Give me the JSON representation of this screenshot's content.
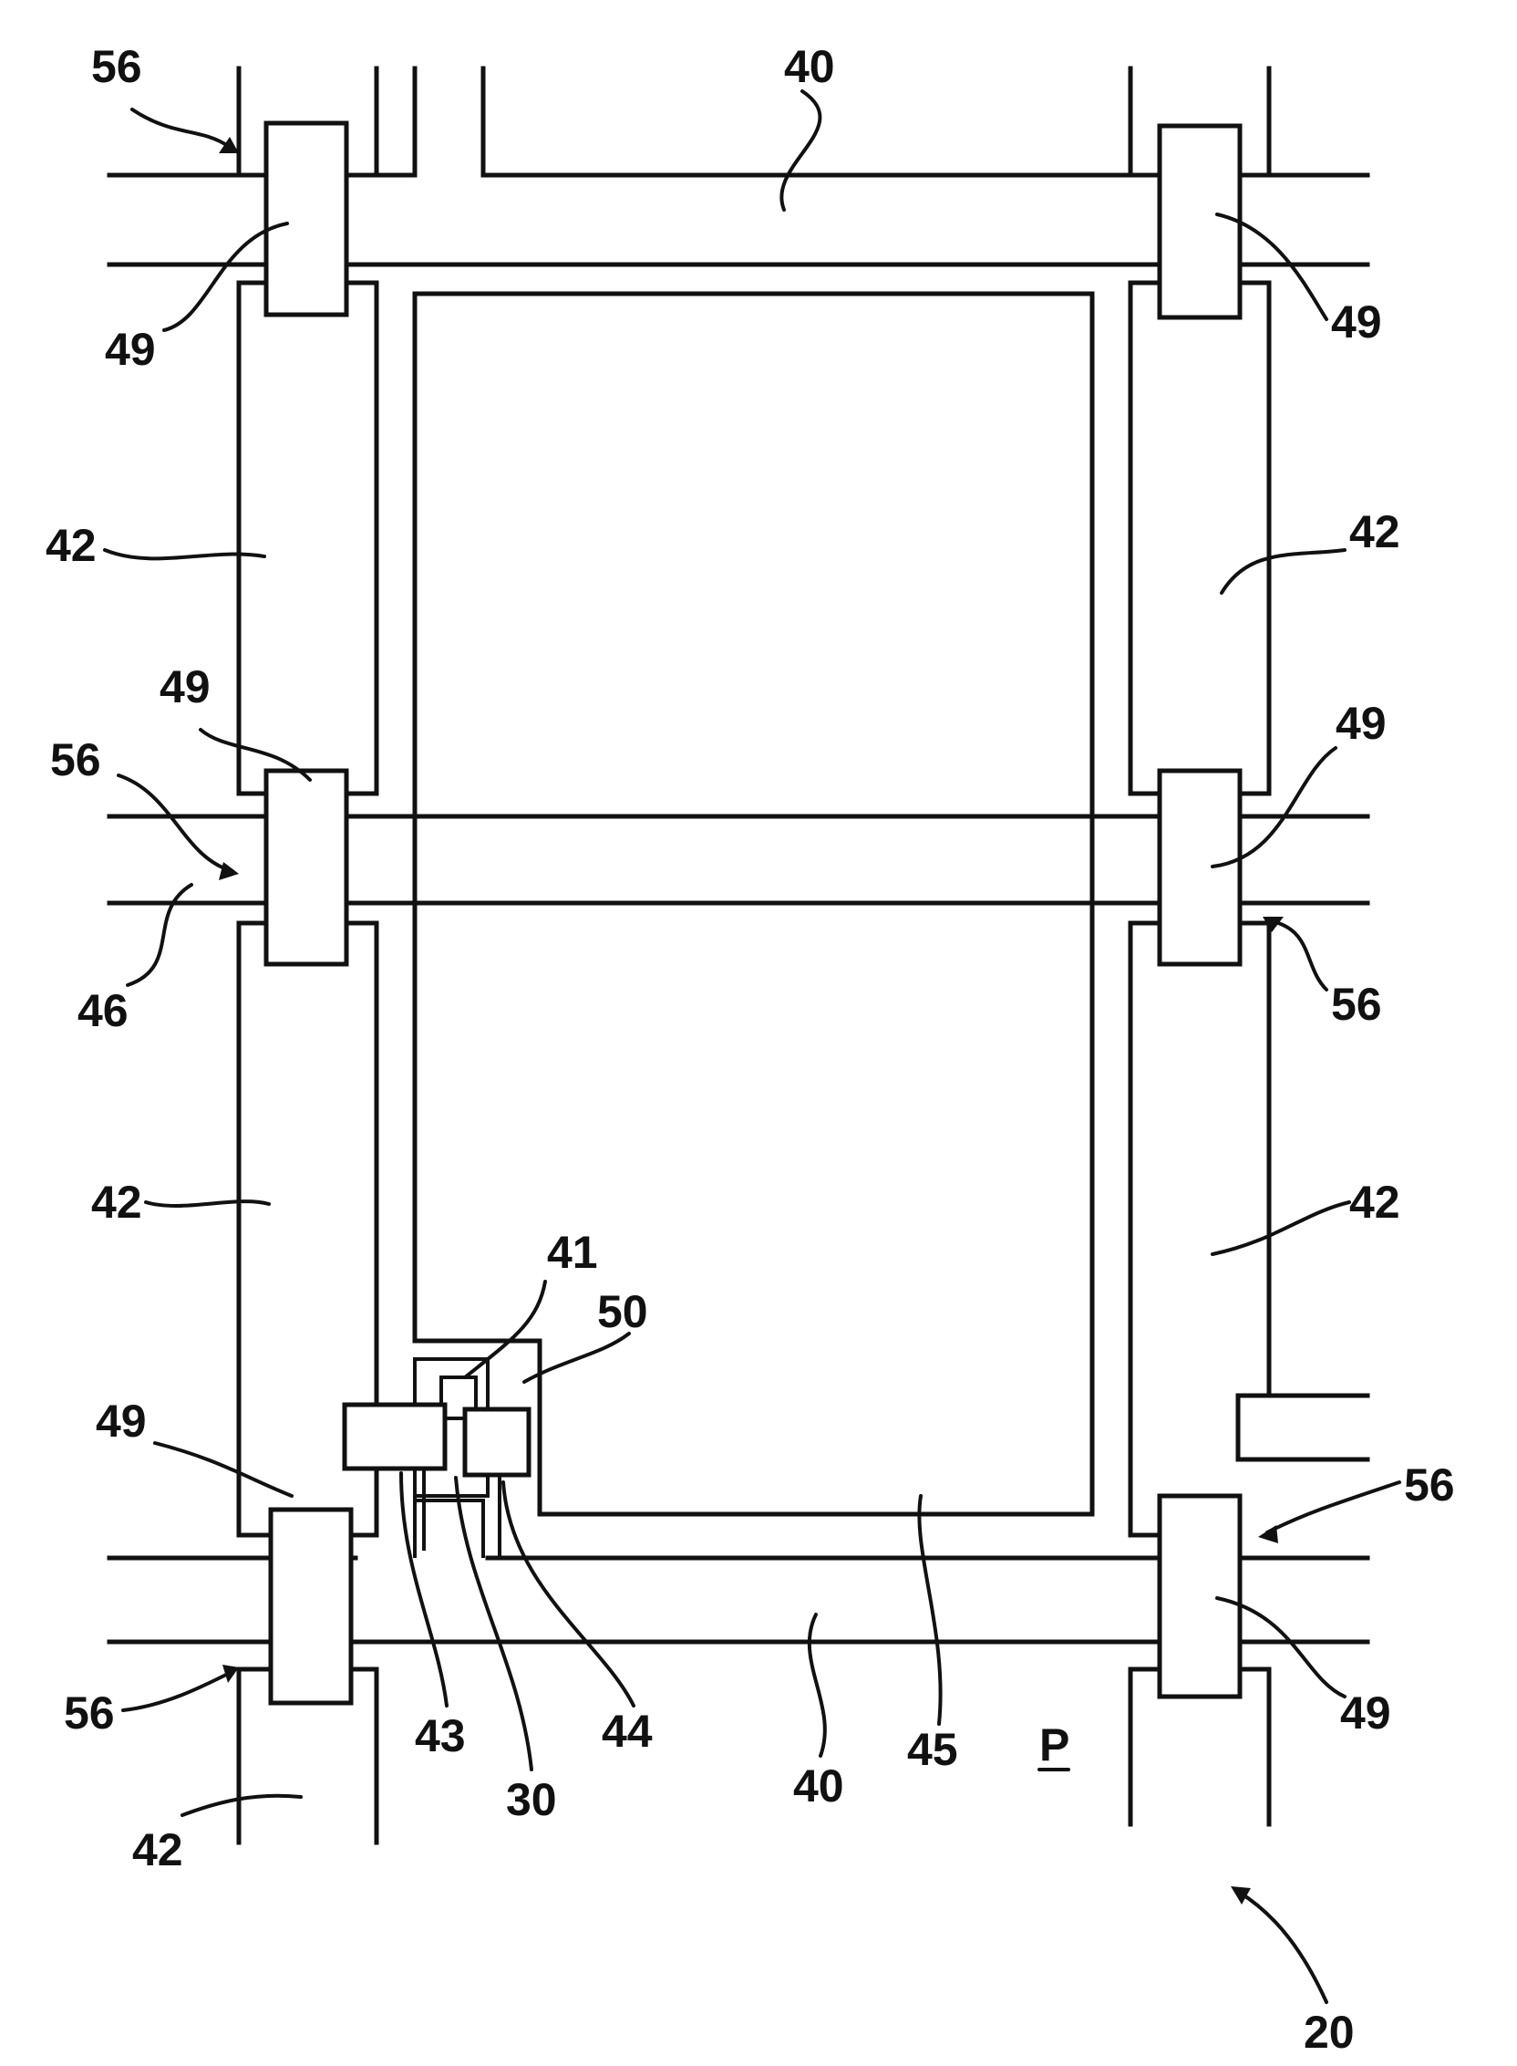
{
  "figure": {
    "labels": {
      "scan_line": "40",
      "data_line": "42",
      "storage_line": "46",
      "crossing": "49",
      "connection": "56",
      "tft": "41",
      "gate": "30",
      "source": "43",
      "drain": "44",
      "pixel_electrode": "45",
      "contact": "50",
      "pixel": "P",
      "substrate": "20"
    }
  }
}
